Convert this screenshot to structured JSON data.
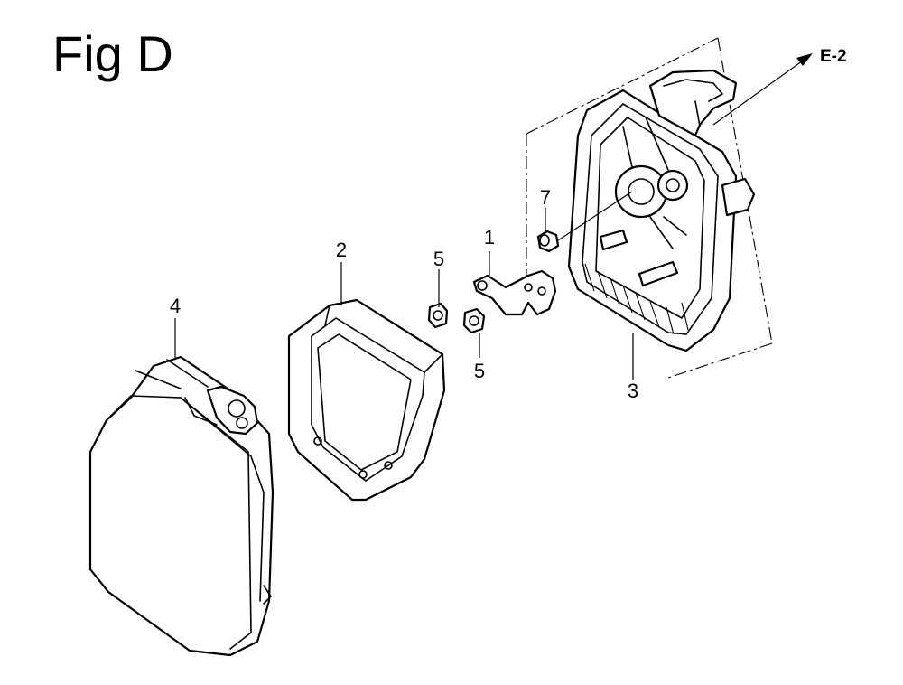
{
  "figure": {
    "title": "Fig D",
    "reference": "E-2"
  },
  "callouts": [
    {
      "id": "c1",
      "label": "1"
    },
    {
      "id": "c2",
      "label": "2"
    },
    {
      "id": "c3",
      "label": "3"
    },
    {
      "id": "c4",
      "label": "4"
    },
    {
      "id": "c5a",
      "label": "5"
    },
    {
      "id": "c5b",
      "label": "5"
    },
    {
      "id": "c7",
      "label": "7"
    }
  ]
}
